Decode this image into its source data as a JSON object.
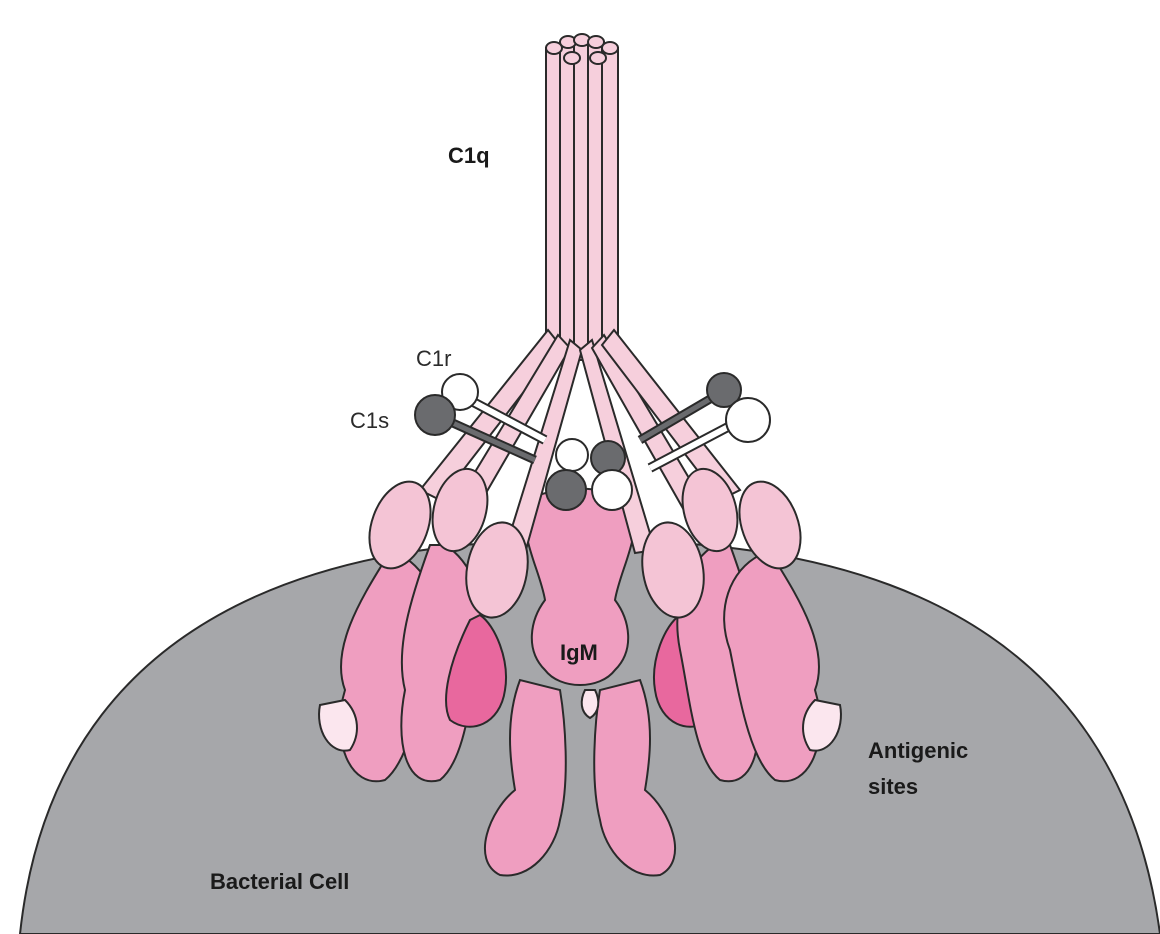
{
  "labels": {
    "c1q": "C1q",
    "c1r": "C1r",
    "c1s": "C1s",
    "igm": "IgM",
    "antigenic_line1": "Antigenic",
    "antigenic_line2": "sites",
    "cell": "Bacterial Cell"
  },
  "colors": {
    "cell": "#a6a7aa",
    "stalk": "#f6cfdc",
    "head": "#f4c4d5",
    "igm": "#ef9ec0",
    "igm_dark": "#e8689e",
    "antigen": "#fbe6ee",
    "c1s": "#6a6b6e",
    "c1r": "#ffffff",
    "outline": "#2a2a2a"
  }
}
